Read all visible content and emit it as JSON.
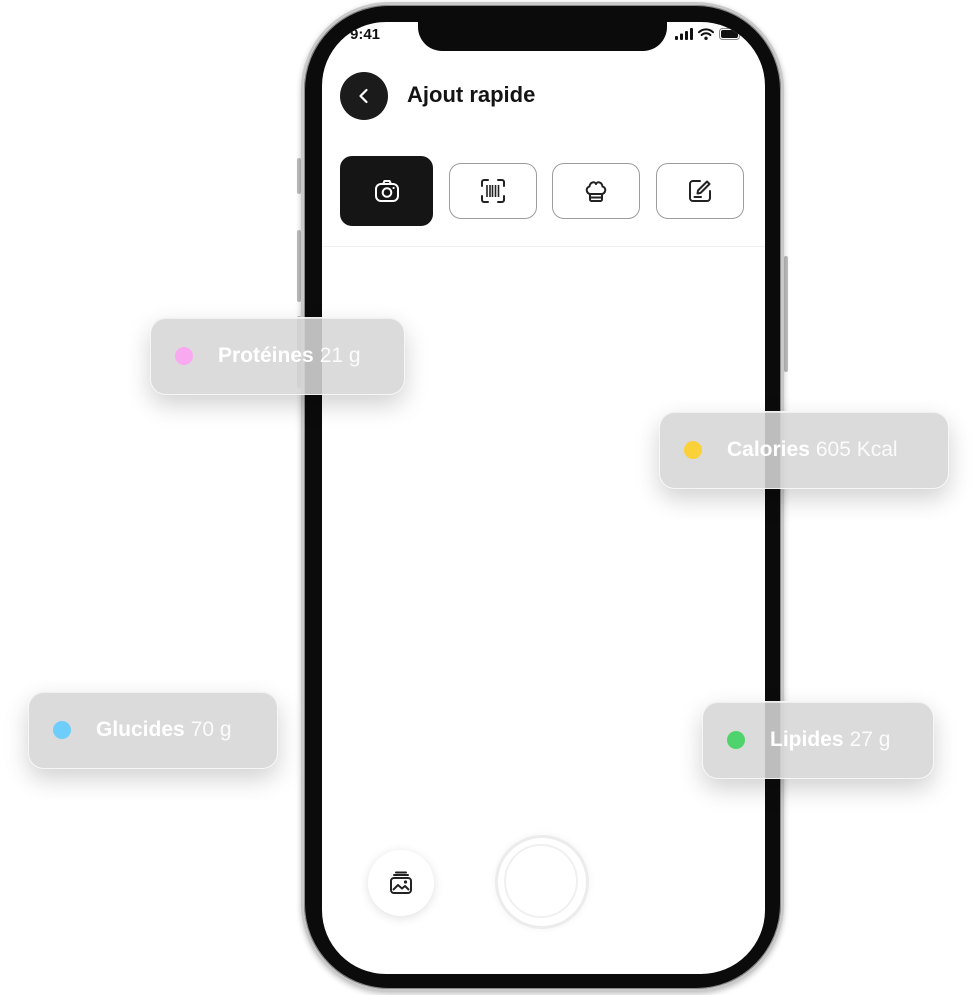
{
  "status_bar": {
    "time": "9:41",
    "signal_icon": "cellular-signal-icon",
    "wifi_icon": "wifi-icon",
    "battery_icon": "battery-icon"
  },
  "header": {
    "back_icon": "chevron-left-icon",
    "title": "Ajout rapide"
  },
  "modes": [
    {
      "icon": "camera-icon",
      "active": true
    },
    {
      "icon": "barcode-scan-icon",
      "active": false
    },
    {
      "icon": "chef-hat-icon",
      "active": false
    },
    {
      "icon": "edit-note-icon",
      "active": false
    }
  ],
  "controls": {
    "gallery_icon": "photo-gallery-icon",
    "shutter": "shutter-button"
  },
  "nutrition": {
    "proteins": {
      "label": "Protéines",
      "value": "21 g",
      "color": "#f8a9ef"
    },
    "calories": {
      "label": "Calories",
      "value": "605 Kcal",
      "color": "#fbd13a"
    },
    "carbs": {
      "label": "Glucides",
      "value": "70 g",
      "color": "#6fcdfb"
    },
    "fats": {
      "label": "Lipides",
      "value": "27 g",
      "color": "#4fd36d"
    }
  },
  "colors": {
    "accent_dark": "#151515",
    "chip_background": "#d6d6d6"
  }
}
